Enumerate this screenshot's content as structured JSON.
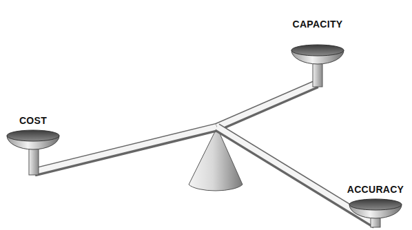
{
  "diagram": {
    "labels": [
      "COST",
      "CAPACITY",
      "ACCURACY"
    ]
  }
}
